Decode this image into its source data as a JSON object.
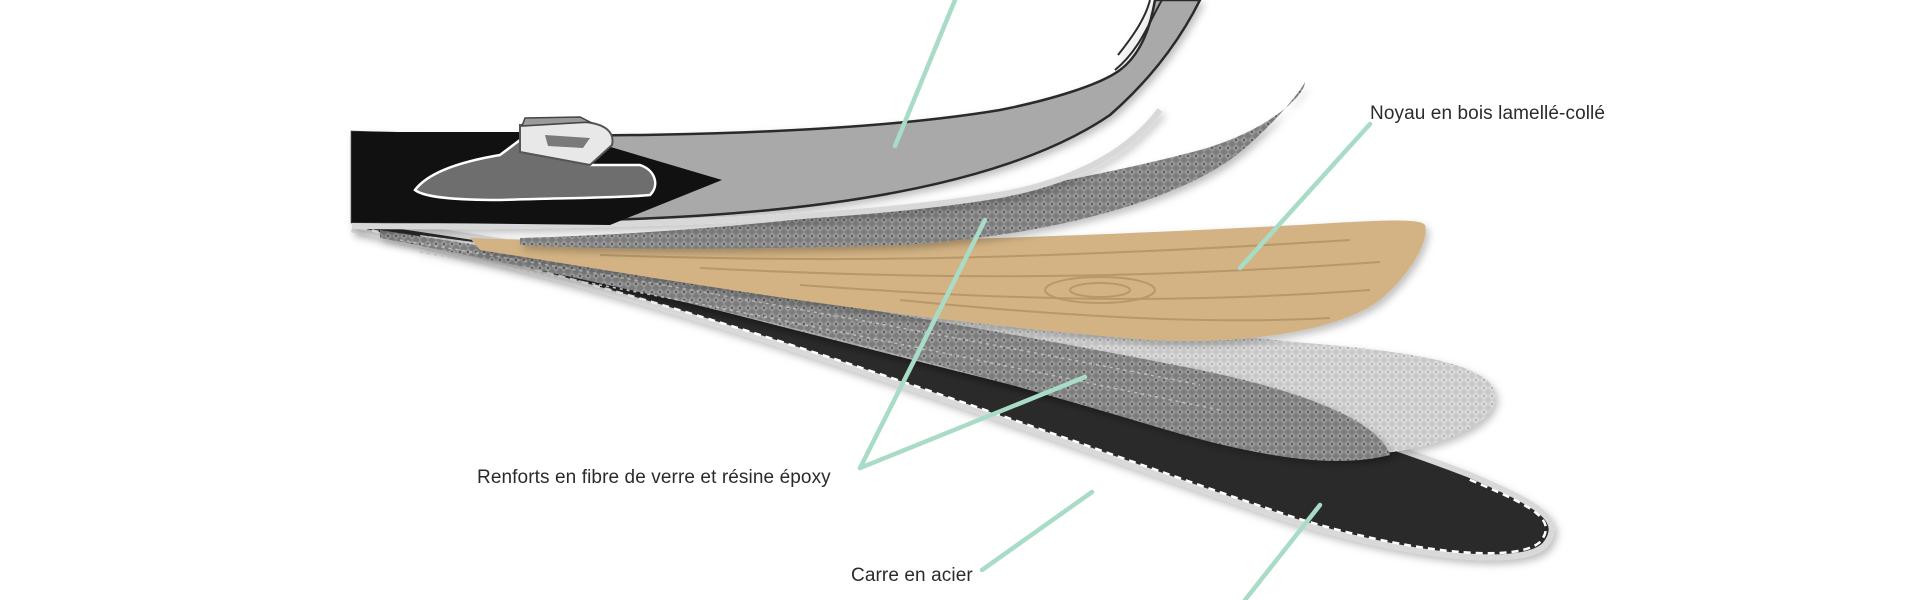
{
  "labels": {
    "core": "Noyau en bois lamellé-collé",
    "fiberglass": "Renforts en fibre de verre et résine époxy",
    "edge": "Carre en acier"
  },
  "colors": {
    "leader": "#a8dcc6",
    "topsheet": "#a9a9a9",
    "wood": "#d3b383",
    "base": "#2b2b2b",
    "fiber_mesh": "#8a8a8a",
    "binding": "#111111"
  }
}
